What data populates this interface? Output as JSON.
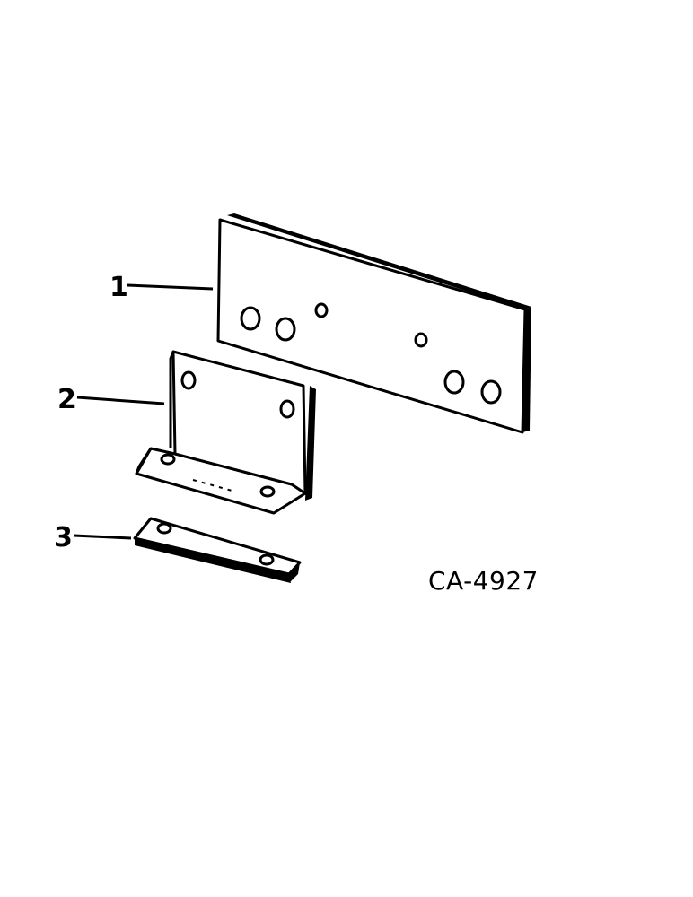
{
  "callouts": [
    {
      "number": "1",
      "part": "plate"
    },
    {
      "number": "2",
      "part": "angle-bracket"
    },
    {
      "number": "3",
      "part": "flat-strap"
    }
  ],
  "drawing_id": "CA-4927"
}
